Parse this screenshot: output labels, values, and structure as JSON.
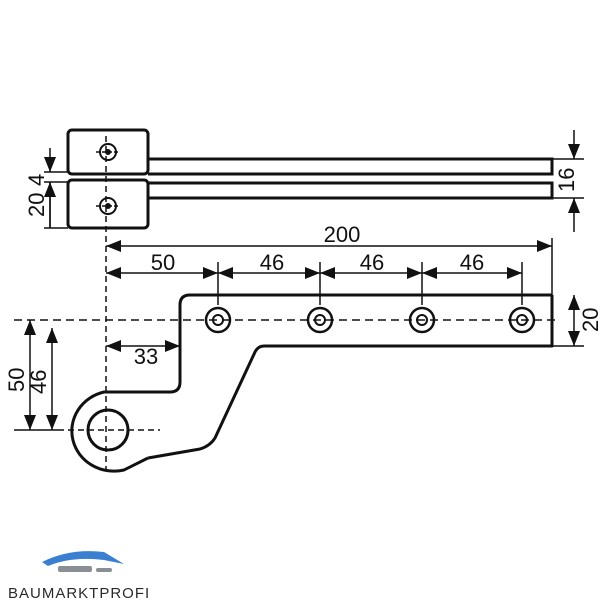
{
  "drawing": {
    "dimensions": {
      "top_view_left_20": "20",
      "top_view_left_4": "4",
      "top_view_right_16": "16",
      "overall_length": "200",
      "first_hole": "50",
      "spacing_1": "46",
      "spacing_2": "46",
      "spacing_3": "46",
      "arm_offset": "33",
      "arm_height": "20",
      "height_50": "50",
      "height_46": "46"
    }
  },
  "logo": {
    "text": "BAUMARKTPROFI",
    "colors": {
      "blue": "#3a7fd0",
      "grey": "#8a8f96"
    }
  }
}
